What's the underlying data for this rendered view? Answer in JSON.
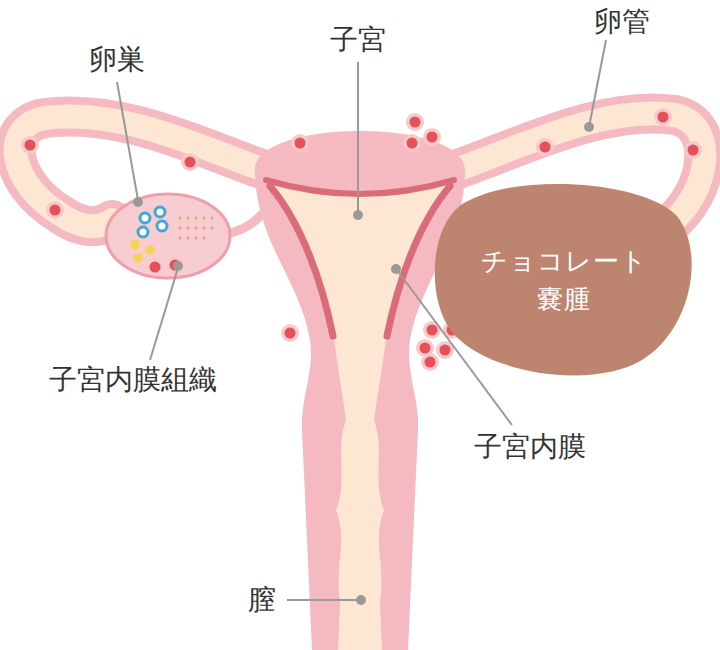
{
  "diagram": {
    "nodes": [
      {
        "text": [
          "チョコレート 嚢腫"
        ]
      }
    ],
    "labels": [
      "卵巣",
      "子宮",
      "卵管",
      "子宮内膜組織",
      "子宮内膜",
      "膣"
    ]
  }
}
